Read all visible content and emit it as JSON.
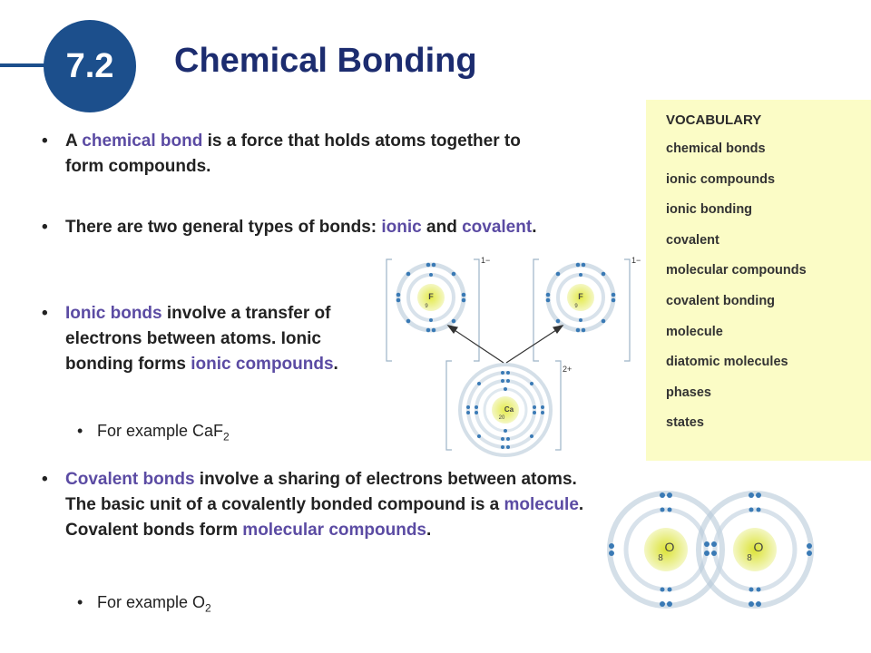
{
  "header": {
    "section_number": "7.2",
    "title": "Chemical Bonding"
  },
  "vocabulary": {
    "heading": "VOCABULARY",
    "terms": [
      "chemical bonds",
      "ionic compounds",
      "ionic bonding",
      "covalent",
      "molecular compounds",
      "covalent bonding",
      "molecule",
      "diatomic molecules",
      "phases",
      "states"
    ]
  },
  "bullets": {
    "b1": {
      "p1": "A ",
      "hl1": "chemical bond",
      "p2": " is a force that holds atoms together to form compounds."
    },
    "b2": {
      "p1": "There are two general types of bonds: ",
      "hl1": "ionic",
      "p2": " and ",
      "hl2": "covalent",
      "p3": "."
    },
    "b3": {
      "hl1": "Ionic bonds",
      "p1": " involve a transfer of electrons between atoms. Ionic bonding forms ",
      "hl2": "ionic compounds",
      "p2": "."
    },
    "b3_sub": {
      "text": "For example CaF",
      "subscript": "2"
    },
    "b4": {
      "hl1": "Covalent bonds",
      "p1": " involve a sharing of electrons between atoms. The basic unit of a covalently bonded compound is a ",
      "hl2": "molecule",
      "p2": ". Covalent bonds form ",
      "hl3": "molecular compounds",
      "p3": "."
    },
    "b4_sub": {
      "text": "For example O",
      "subscript": "2"
    }
  },
  "ionic_diagram": {
    "fluorine_symbol": "F",
    "fluorine_number": "9",
    "fluorine_charge": "1−",
    "calcium_symbol": "Ca",
    "calcium_number": "20",
    "calcium_charge": "2+"
  },
  "covalent_diagram": {
    "oxygen_symbol": "O",
    "oxygen_number": "8"
  },
  "colors": {
    "accent_blue": "#1c4f8c",
    "title_navy": "#1c2c6f",
    "highlight_purple": "#5b4ba3",
    "vocab_bg": "#fbfcc6",
    "electron": "#3a7ab5",
    "nucleus": "#d9e04a"
  }
}
